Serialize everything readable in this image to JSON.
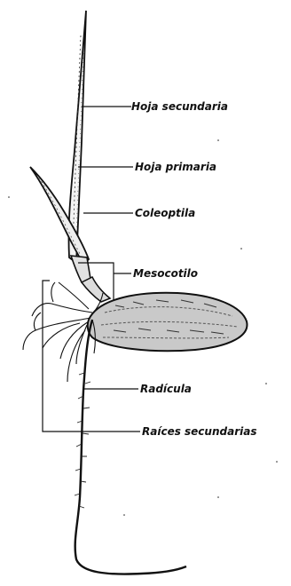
{
  "figure": {
    "labels": {
      "hoja_secundaria": "Hoja secundaria",
      "hoja_primaria": "Hoja primaria",
      "coleoptila": "Coleoptila",
      "mesocotilo": "Mesocotilo",
      "radicula": "Radícula",
      "raices_secundarias": "Raíces secundarias"
    }
  }
}
